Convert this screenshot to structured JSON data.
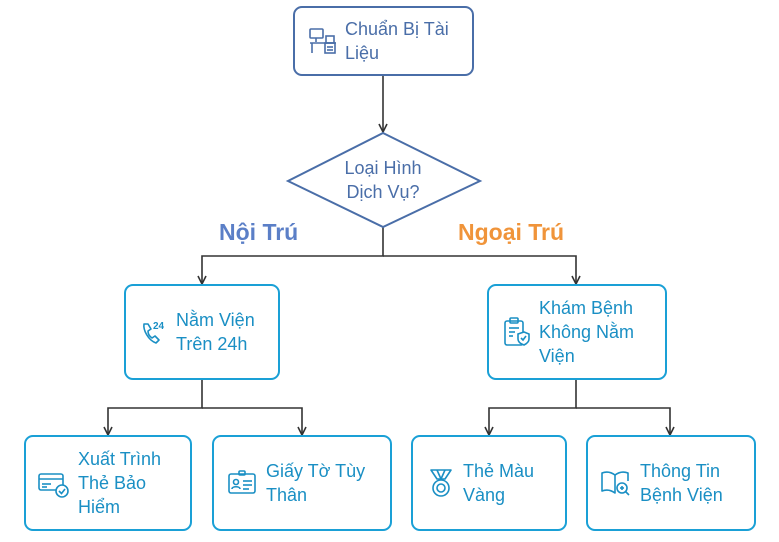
{
  "nodes": {
    "root": {
      "label": "Chuẩn Bị Tài Liệu",
      "icon": "desk-document-icon"
    },
    "decision": {
      "label": "Loại Hình Dịch Vụ?"
    },
    "inpatient": {
      "label": "Nằm Viện Trên 24h",
      "icon": "phone-24-icon"
    },
    "outpatient": {
      "label": "Khám Bệnh Không Nằm Viện",
      "icon": "clipboard-shield-icon"
    },
    "insurance": {
      "label": "Xuất Trình Thẻ Bảo Hiểm",
      "icon": "card-check-icon"
    },
    "id_docs": {
      "label": "Giấy Tờ Tùy Thân",
      "icon": "id-card-icon"
    },
    "gold_card": {
      "label": "Thẻ Màu Vàng",
      "icon": "medal-icon"
    },
    "hospital_info": {
      "label": "Thông Tin Bệnh Viện",
      "icon": "book-search-icon"
    }
  },
  "branches": {
    "left": {
      "label": "Nội Trú",
      "color": "#5b7fc7"
    },
    "right": {
      "label": "Ngoại Trú",
      "color": "#f0943a"
    }
  },
  "colors": {
    "blue_border": "#4a6ea8",
    "cyan_border": "#1aa0d6",
    "edge": "#333333"
  }
}
